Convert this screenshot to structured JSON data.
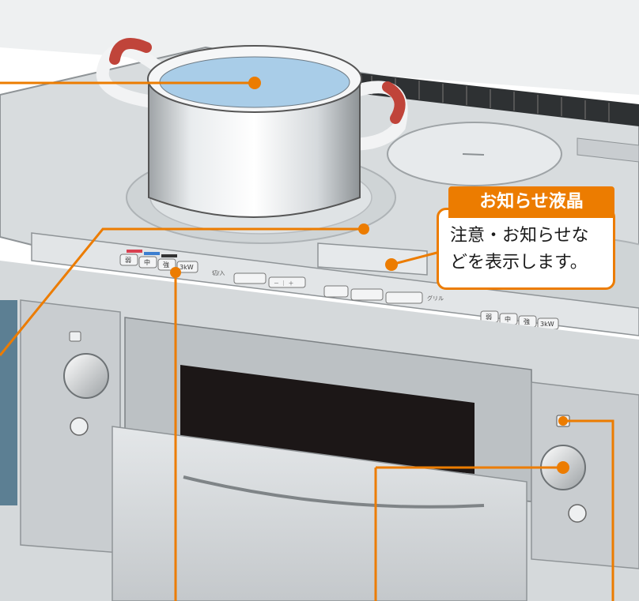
{
  "callout": {
    "title": "お知らせ液晶",
    "body_line1": "注意・お知らせな",
    "body_line2": "どを表示します。"
  },
  "panel_labels": {
    "power_left": "切/入",
    "btn_weak": "弱",
    "btn_mid": "中",
    "btn_strong": "強",
    "btn_3kw": "3kW",
    "grill": "グリル",
    "btn_weak_r": "弱",
    "btn_mid_r": "中",
    "btn_strong_r": "強",
    "btn_3kw_r": "3kW",
    "minus_plus": "－ ｜ ＋"
  },
  "colors": {
    "leader": "#ec7c00",
    "pot_handle": "#c0443a",
    "water": "#a9cde8",
    "steel": "#cfd3d6",
    "glass_top": "#d6dadc"
  }
}
